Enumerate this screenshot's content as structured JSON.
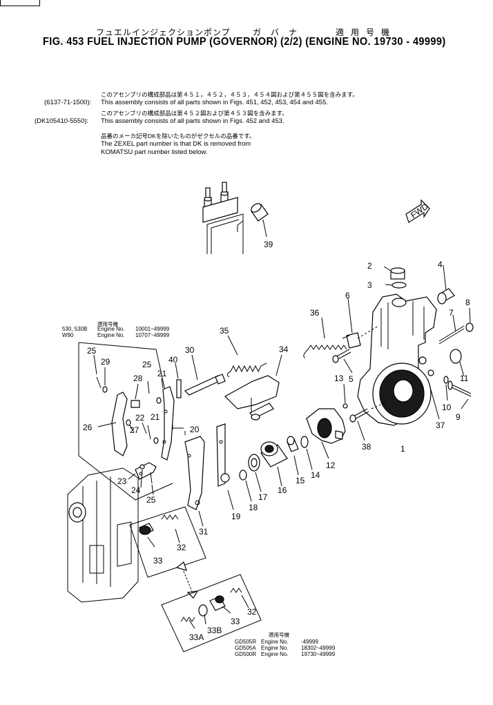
{
  "header": {
    "jp_title": "フュエルインジェクションポンプ",
    "jp_governor": "ガバナ",
    "jp_applicable": "適用号機",
    "title": "FIG. 453  FUEL INJECTION PUMP (GOVERNOR) (2/2) (ENGINE NO. 19730 - 49999)"
  },
  "notes": [
    {
      "jp": "このアセンブリの構成部品は第４５１，４５２，４５３，４５４図および第４５５図を含みます。",
      "code": "(6137-71-1500):",
      "text": "This assembly consists of all parts shown in Figs. 451, 452, 453, 454 and 455."
    },
    {
      "jp": "このアセンブリの構成部品は第４５２図および第４５３図を含みます。",
      "code": "(DK105410-5550):",
      "text": "This assembly consists of all parts shown in Figs. 452 and 453."
    },
    {
      "jp": "品番のメーカ記号DKを除いたものがゼクセルの品番です。",
      "code": "",
      "text_lines": [
        "The ZEXEL part number is that DK is removed from",
        "KOMATSU part number listed below."
      ]
    }
  ],
  "applicability_1": {
    "jp": "適用号機",
    "rows": [
      {
        "model": "530, 530B",
        "engine_label": "Engine  No.",
        "range": "10001~49999"
      },
      {
        "model": "W90",
        "engine_label": "Engine  No.",
        "range": "10707~49999"
      }
    ]
  },
  "applicability_2": {
    "jp": "適用号機",
    "rows": [
      {
        "model": "GD505R",
        "engine_label": "Engine No.",
        "range": "-49999"
      },
      {
        "model": "GD505A",
        "engine_label": "Engine No.",
        "range": "18302~49999"
      },
      {
        "model": "GD500R",
        "engine_label": "Engine No.",
        "range": "19730~49999"
      }
    ]
  },
  "fwd_label": "FWD",
  "callouts": [
    "1",
    "2",
    "3",
    "4",
    "5",
    "6",
    "7",
    "8",
    "9",
    "10",
    "11",
    "12",
    "13",
    "14",
    "15",
    "16",
    "17",
    "18",
    "19",
    "20",
    "21",
    "21",
    "22",
    "23",
    "24",
    "25",
    "25",
    "25",
    "26",
    "27",
    "28",
    "29",
    "30",
    "31",
    "32",
    "32",
    "33",
    "33",
    "33A",
    "33B",
    "34",
    "35",
    "36",
    "37",
    "38",
    "39",
    "40"
  ]
}
